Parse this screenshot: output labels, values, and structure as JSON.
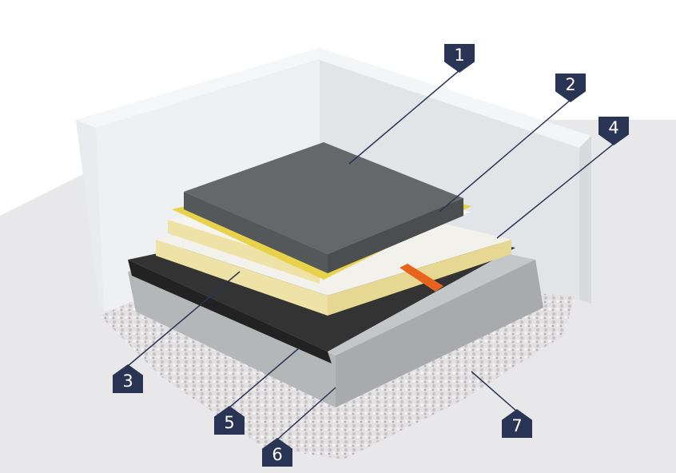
{
  "callouts": [
    {
      "number": "1"
    },
    {
      "number": "2"
    },
    {
      "number": "3"
    },
    {
      "number": "4"
    },
    {
      "number": "5"
    },
    {
      "number": "6"
    },
    {
      "number": "7"
    }
  ],
  "colors": {
    "callout": "#2a3555",
    "screed": "#5f6366",
    "insulation": "#efe2a6",
    "foil": "#e8d24a",
    "membrane": "#2e2e2e",
    "slab": "#b9bcbd",
    "pipe": "#e8641e"
  }
}
